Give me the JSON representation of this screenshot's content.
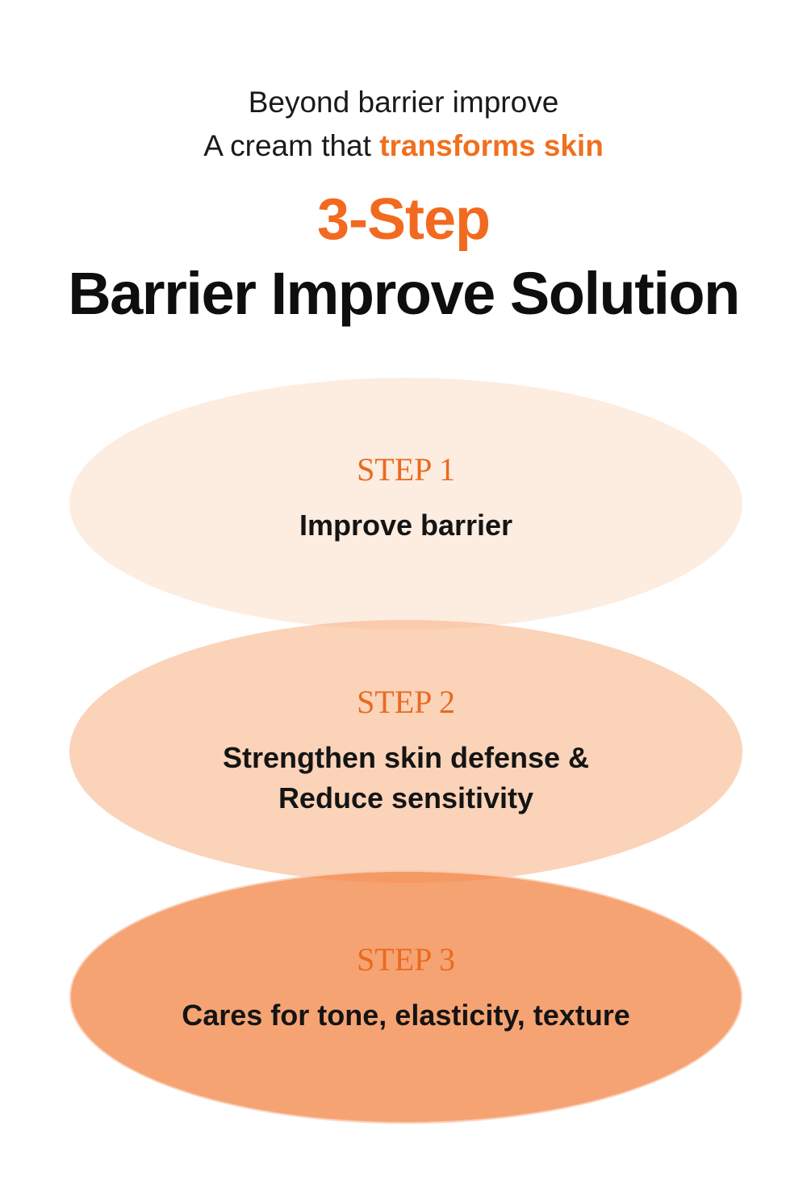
{
  "header": {
    "line1": "Beyond barrier improve",
    "line2_prefix": "A cream that ",
    "line2_highlight": "transforms skin",
    "step_title": "3-Step",
    "main_title": "Barrier Improve Solution"
  },
  "steps": [
    {
      "label": "STEP 1",
      "desc_line1": "Improve barrier",
      "desc_line2": ""
    },
    {
      "label": "STEP 2",
      "desc_line1": "Strengthen skin defense &",
      "desc_line2": "Reduce sensitivity"
    },
    {
      "label": "STEP 3",
      "desc_line1": "Cares for tone, elasticity, texture",
      "desc_line2": ""
    }
  ],
  "colors": {
    "accent": "#f26a1f",
    "step1_fill": "#fce1cd",
    "step2_fill": "#f8b487",
    "step3_fill": "#f48c50"
  }
}
